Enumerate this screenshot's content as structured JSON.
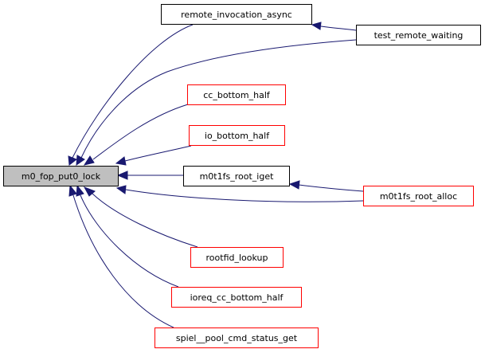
{
  "graph": {
    "type": "call-graph",
    "direction": "right-to-left",
    "colors": {
      "focus_fill": "#bfbfbf",
      "focus_border": "#000000",
      "normal_border": "#000000",
      "truncated_border": "#ff0000",
      "edge": "#191970",
      "node_fill": "#ffffff"
    },
    "nodes": [
      {
        "id": "m0_fop_put0_lock",
        "label": "m0_fop_put0_lock",
        "kind": "focus"
      },
      {
        "id": "remote_invocation_async",
        "label": "remote_invocation_async",
        "kind": "normal"
      },
      {
        "id": "test_remote_waiting",
        "label": "test_remote_waiting",
        "kind": "normal"
      },
      {
        "id": "cc_bottom_half",
        "label": "cc_bottom_half",
        "kind": "truncated"
      },
      {
        "id": "io_bottom_half",
        "label": "io_bottom_half",
        "kind": "truncated"
      },
      {
        "id": "m0t1fs_root_iget",
        "label": "m0t1fs_root_iget",
        "kind": "normal"
      },
      {
        "id": "m0t1fs_root_alloc",
        "label": "m0t1fs_root_alloc",
        "kind": "truncated"
      },
      {
        "id": "rootfid_lookup",
        "label": "rootfid_lookup",
        "kind": "truncated"
      },
      {
        "id": "ioreq_cc_bottom_half",
        "label": "ioreq_cc_bottom_half",
        "kind": "truncated"
      },
      {
        "id": "spiel__pool_cmd_status_get",
        "label": "spiel__pool_cmd_status_get",
        "kind": "truncated"
      }
    ],
    "edges": [
      {
        "from": "remote_invocation_async",
        "to": "m0_fop_put0_lock"
      },
      {
        "from": "test_remote_waiting",
        "to": "remote_invocation_async"
      },
      {
        "from": "test_remote_waiting",
        "to": "m0_fop_put0_lock"
      },
      {
        "from": "cc_bottom_half",
        "to": "m0_fop_put0_lock"
      },
      {
        "from": "io_bottom_half",
        "to": "m0_fop_put0_lock"
      },
      {
        "from": "m0t1fs_root_iget",
        "to": "m0_fop_put0_lock"
      },
      {
        "from": "m0t1fs_root_alloc",
        "to": "m0t1fs_root_iget"
      },
      {
        "from": "m0t1fs_root_alloc",
        "to": "m0_fop_put0_lock"
      },
      {
        "from": "rootfid_lookup",
        "to": "m0_fop_put0_lock"
      },
      {
        "from": "ioreq_cc_bottom_half",
        "to": "m0_fop_put0_lock"
      },
      {
        "from": "spiel__pool_cmd_status_get",
        "to": "m0_fop_put0_lock"
      }
    ]
  }
}
